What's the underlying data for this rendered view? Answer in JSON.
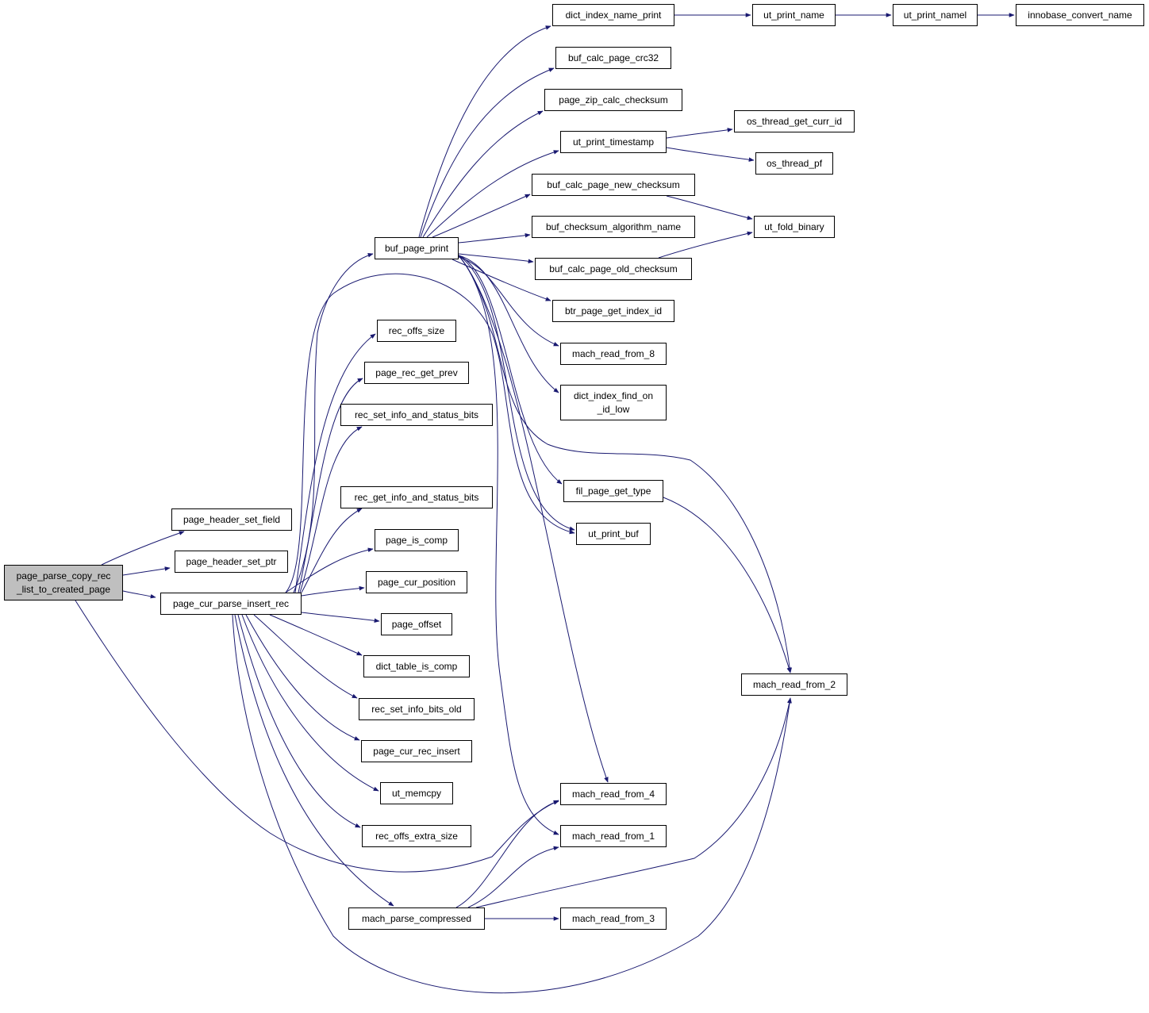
{
  "diagram": {
    "type": "call-graph",
    "colors": {
      "edge": "#191970",
      "node_border": "#000000",
      "node_fill": "#ffffff",
      "root_fill": "#bfbfbf"
    },
    "nodes": [
      {
        "id": "page_parse_copy_rec_list_to_created_page",
        "label": "page_parse_copy_rec\n_list_to_created_page",
        "root": true
      },
      {
        "id": "page_header_set_field",
        "label": "page_header_set_field"
      },
      {
        "id": "page_header_set_ptr",
        "label": "page_header_set_ptr"
      },
      {
        "id": "page_cur_parse_insert_rec",
        "label": "page_cur_parse_insert_rec"
      },
      {
        "id": "buf_page_print",
        "label": "buf_page_print"
      },
      {
        "id": "rec_offs_size",
        "label": "rec_offs_size"
      },
      {
        "id": "page_rec_get_prev",
        "label": "page_rec_get_prev"
      },
      {
        "id": "rec_set_info_and_status_bits",
        "label": "rec_set_info_and_status_bits"
      },
      {
        "id": "rec_get_info_and_status_bits",
        "label": "rec_get_info_and_status_bits"
      },
      {
        "id": "page_is_comp",
        "label": "page_is_comp"
      },
      {
        "id": "page_cur_position",
        "label": "page_cur_position"
      },
      {
        "id": "page_offset",
        "label": "page_offset"
      },
      {
        "id": "dict_table_is_comp",
        "label": "dict_table_is_comp"
      },
      {
        "id": "rec_set_info_bits_old",
        "label": "rec_set_info_bits_old"
      },
      {
        "id": "page_cur_rec_insert",
        "label": "page_cur_rec_insert"
      },
      {
        "id": "ut_memcpy",
        "label": "ut_memcpy"
      },
      {
        "id": "rec_offs_extra_size",
        "label": "rec_offs_extra_size"
      },
      {
        "id": "mach_parse_compressed",
        "label": "mach_parse_compressed"
      },
      {
        "id": "dict_index_name_print",
        "label": "dict_index_name_print"
      },
      {
        "id": "buf_calc_page_crc32",
        "label": "buf_calc_page_crc32"
      },
      {
        "id": "page_zip_calc_checksum",
        "label": "page_zip_calc_checksum"
      },
      {
        "id": "ut_print_timestamp",
        "label": "ut_print_timestamp"
      },
      {
        "id": "buf_calc_page_new_checksum",
        "label": "buf_calc_page_new_checksum"
      },
      {
        "id": "buf_checksum_algorithm_name",
        "label": "buf_checksum_algorithm_name"
      },
      {
        "id": "buf_calc_page_old_checksum",
        "label": "buf_calc_page_old_checksum"
      },
      {
        "id": "btr_page_get_index_id",
        "label": "btr_page_get_index_id"
      },
      {
        "id": "mach_read_from_8",
        "label": "mach_read_from_8"
      },
      {
        "id": "dict_index_find_on_id_low",
        "label": "dict_index_find_on\n_id_low"
      },
      {
        "id": "fil_page_get_type",
        "label": "fil_page_get_type"
      },
      {
        "id": "ut_print_buf",
        "label": "ut_print_buf"
      },
      {
        "id": "mach_read_from_4",
        "label": "mach_read_from_4"
      },
      {
        "id": "mach_read_from_1",
        "label": "mach_read_from_1"
      },
      {
        "id": "mach_read_from_3",
        "label": "mach_read_from_3"
      },
      {
        "id": "ut_print_name",
        "label": "ut_print_name"
      },
      {
        "id": "ut_print_namel",
        "label": "ut_print_namel"
      },
      {
        "id": "innobase_convert_name",
        "label": "innobase_convert_name"
      },
      {
        "id": "os_thread_get_curr_id",
        "label": "os_thread_get_curr_id"
      },
      {
        "id": "os_thread_pf",
        "label": "os_thread_pf"
      },
      {
        "id": "ut_fold_binary",
        "label": "ut_fold_binary"
      },
      {
        "id": "mach_read_from_2",
        "label": "mach_read_from_2"
      }
    ],
    "edges": [
      [
        "page_parse_copy_rec_list_to_created_page",
        "page_header_set_field"
      ],
      [
        "page_parse_copy_rec_list_to_created_page",
        "page_header_set_ptr"
      ],
      [
        "page_parse_copy_rec_list_to_created_page",
        "page_cur_parse_insert_rec"
      ],
      [
        "page_parse_copy_rec_list_to_created_page",
        "mach_read_from_4"
      ],
      [
        "page_cur_parse_insert_rec",
        "buf_page_print"
      ],
      [
        "page_cur_parse_insert_rec",
        "rec_offs_size"
      ],
      [
        "page_cur_parse_insert_rec",
        "page_rec_get_prev"
      ],
      [
        "page_cur_parse_insert_rec",
        "rec_set_info_and_status_bits"
      ],
      [
        "page_cur_parse_insert_rec",
        "rec_get_info_and_status_bits"
      ],
      [
        "page_cur_parse_insert_rec",
        "page_is_comp"
      ],
      [
        "page_cur_parse_insert_rec",
        "page_cur_position"
      ],
      [
        "page_cur_parse_insert_rec",
        "page_offset"
      ],
      [
        "page_cur_parse_insert_rec",
        "dict_table_is_comp"
      ],
      [
        "page_cur_parse_insert_rec",
        "rec_set_info_bits_old"
      ],
      [
        "page_cur_parse_insert_rec",
        "page_cur_rec_insert"
      ],
      [
        "page_cur_parse_insert_rec",
        "ut_memcpy"
      ],
      [
        "page_cur_parse_insert_rec",
        "rec_offs_extra_size"
      ],
      [
        "page_cur_parse_insert_rec",
        "mach_parse_compressed"
      ],
      [
        "page_cur_parse_insert_rec",
        "ut_print_buf"
      ],
      [
        "page_cur_parse_insert_rec",
        "mach_read_from_2"
      ],
      [
        "buf_page_print",
        "dict_index_name_print"
      ],
      [
        "buf_page_print",
        "buf_calc_page_crc32"
      ],
      [
        "buf_page_print",
        "page_zip_calc_checksum"
      ],
      [
        "buf_page_print",
        "ut_print_timestamp"
      ],
      [
        "buf_page_print",
        "buf_calc_page_new_checksum"
      ],
      [
        "buf_page_print",
        "buf_checksum_algorithm_name"
      ],
      [
        "buf_page_print",
        "buf_calc_page_old_checksum"
      ],
      [
        "buf_page_print",
        "btr_page_get_index_id"
      ],
      [
        "buf_page_print",
        "mach_read_from_8"
      ],
      [
        "buf_page_print",
        "dict_index_find_on_id_low"
      ],
      [
        "buf_page_print",
        "fil_page_get_type"
      ],
      [
        "buf_page_print",
        "ut_print_buf"
      ],
      [
        "buf_page_print",
        "mach_read_from_4"
      ],
      [
        "buf_page_print",
        "mach_read_from_1"
      ],
      [
        "buf_page_print",
        "mach_read_from_2"
      ],
      [
        "dict_index_name_print",
        "ut_print_name"
      ],
      [
        "ut_print_name",
        "ut_print_namel"
      ],
      [
        "ut_print_namel",
        "innobase_convert_name"
      ],
      [
        "ut_print_timestamp",
        "os_thread_get_curr_id"
      ],
      [
        "ut_print_timestamp",
        "os_thread_pf"
      ],
      [
        "buf_calc_page_new_checksum",
        "ut_fold_binary"
      ],
      [
        "buf_calc_page_old_checksum",
        "ut_fold_binary"
      ],
      [
        "fil_page_get_type",
        "mach_read_from_2"
      ],
      [
        "mach_parse_compressed",
        "mach_read_from_4"
      ],
      [
        "mach_parse_compressed",
        "mach_read_from_1"
      ],
      [
        "mach_parse_compressed",
        "mach_read_from_2"
      ],
      [
        "mach_parse_compressed",
        "mach_read_from_3"
      ]
    ]
  }
}
